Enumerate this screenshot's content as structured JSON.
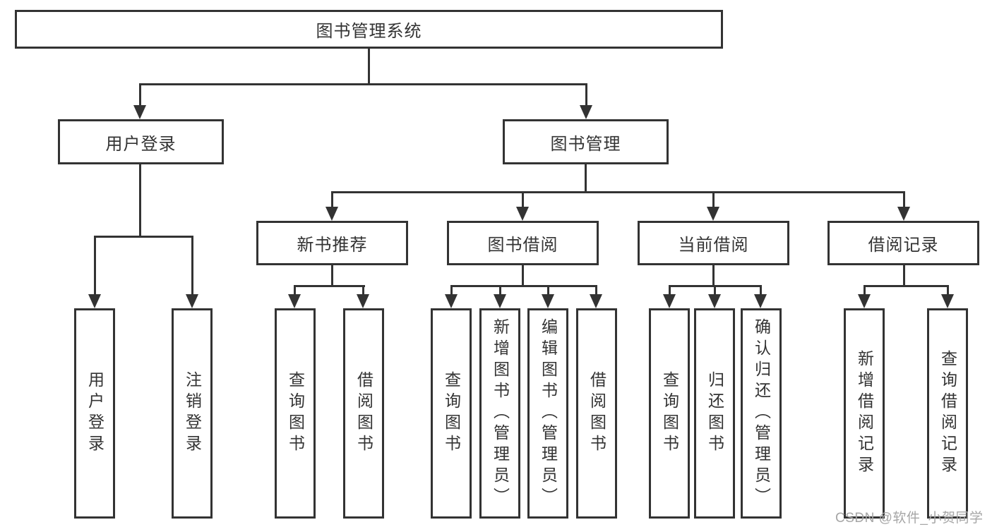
{
  "diagram": {
    "root": "图书管理系统",
    "branches": [
      {
        "label": "用户登录",
        "children": [
          "用户登录",
          "注销登录"
        ]
      },
      {
        "label": "图书管理",
        "groups": [
          {
            "label": "新书推荐",
            "children": [
              "查询图书",
              "借阅图书"
            ]
          },
          {
            "label": "图书借阅",
            "children": [
              "查询图书",
              "新增图书（管理员）",
              "编辑图书（管理员）",
              "借阅图书"
            ]
          },
          {
            "label": "当前借阅",
            "children": [
              "查询图书",
              "归还图书",
              "确认归还（管理员）"
            ]
          },
          {
            "label": "借阅记录",
            "children": [
              "新增借阅记录",
              "查询借阅记录"
            ]
          }
        ]
      }
    ]
  },
  "watermark": {
    "text": "CSDN @软件_小贺同学"
  },
  "colors": {
    "line": "#333333",
    "text": "#333333",
    "watermark": "#a6a6a6",
    "background": "#ffffff"
  }
}
